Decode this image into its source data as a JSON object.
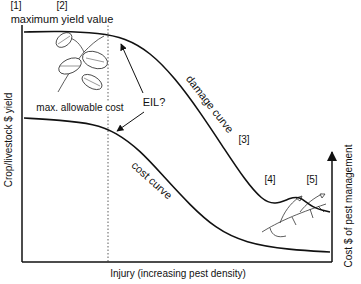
{
  "diagram": {
    "labels": [
      "[1]",
      "[2]",
      "maximum yield value",
      "damage curve",
      "[3]",
      "EIL?",
      "max. allowable cost",
      "cost curve",
      "[4]",
      "[5]",
      "Crop/livestock $ yield",
      "Cost $ of pest management",
      "Injury (increasing pest density)"
    ]
  }
}
